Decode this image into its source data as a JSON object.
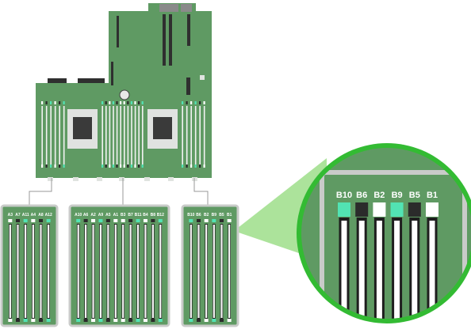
{
  "groups": [
    {
      "id": "left",
      "labels": [
        "A3",
        "A7",
        "A11",
        "A4",
        "A8",
        "A12"
      ],
      "slot_colors": [
        "white",
        "black",
        "green",
        "white",
        "black",
        "green"
      ]
    },
    {
      "id": "center",
      "labels": [
        "A10",
        "A6",
        "A2",
        "A9",
        "A5",
        "A1",
        "B3",
        "B7",
        "B11",
        "B4",
        "B8",
        "B12"
      ],
      "slot_colors": [
        "green",
        "black",
        "white",
        "green",
        "black",
        "white",
        "white",
        "black",
        "green",
        "white",
        "black",
        "green"
      ]
    },
    {
      "id": "right",
      "labels": [
        "B10",
        "B6",
        "B2",
        "B9",
        "B5",
        "B1"
      ],
      "slot_colors": [
        "green",
        "black",
        "white",
        "green",
        "black",
        "white"
      ]
    }
  ],
  "zoom": {
    "labels": [
      "B10",
      "B6",
      "B2",
      "B9",
      "B5",
      "B1"
    ],
    "slot_colors": [
      "green",
      "black",
      "white",
      "green",
      "black",
      "white"
    ]
  },
  "colors": {
    "board": "#5f9a63",
    "board_dark": "#3f7a45",
    "panel_border": "#c9cbc9",
    "slot_green": "#52e3b3",
    "slot_black": "#2b2b2b",
    "slot_white": "#ffffff",
    "cpu": "#d7d9d7",
    "highlight": "#33bb33",
    "callout": "#9ede8a"
  }
}
